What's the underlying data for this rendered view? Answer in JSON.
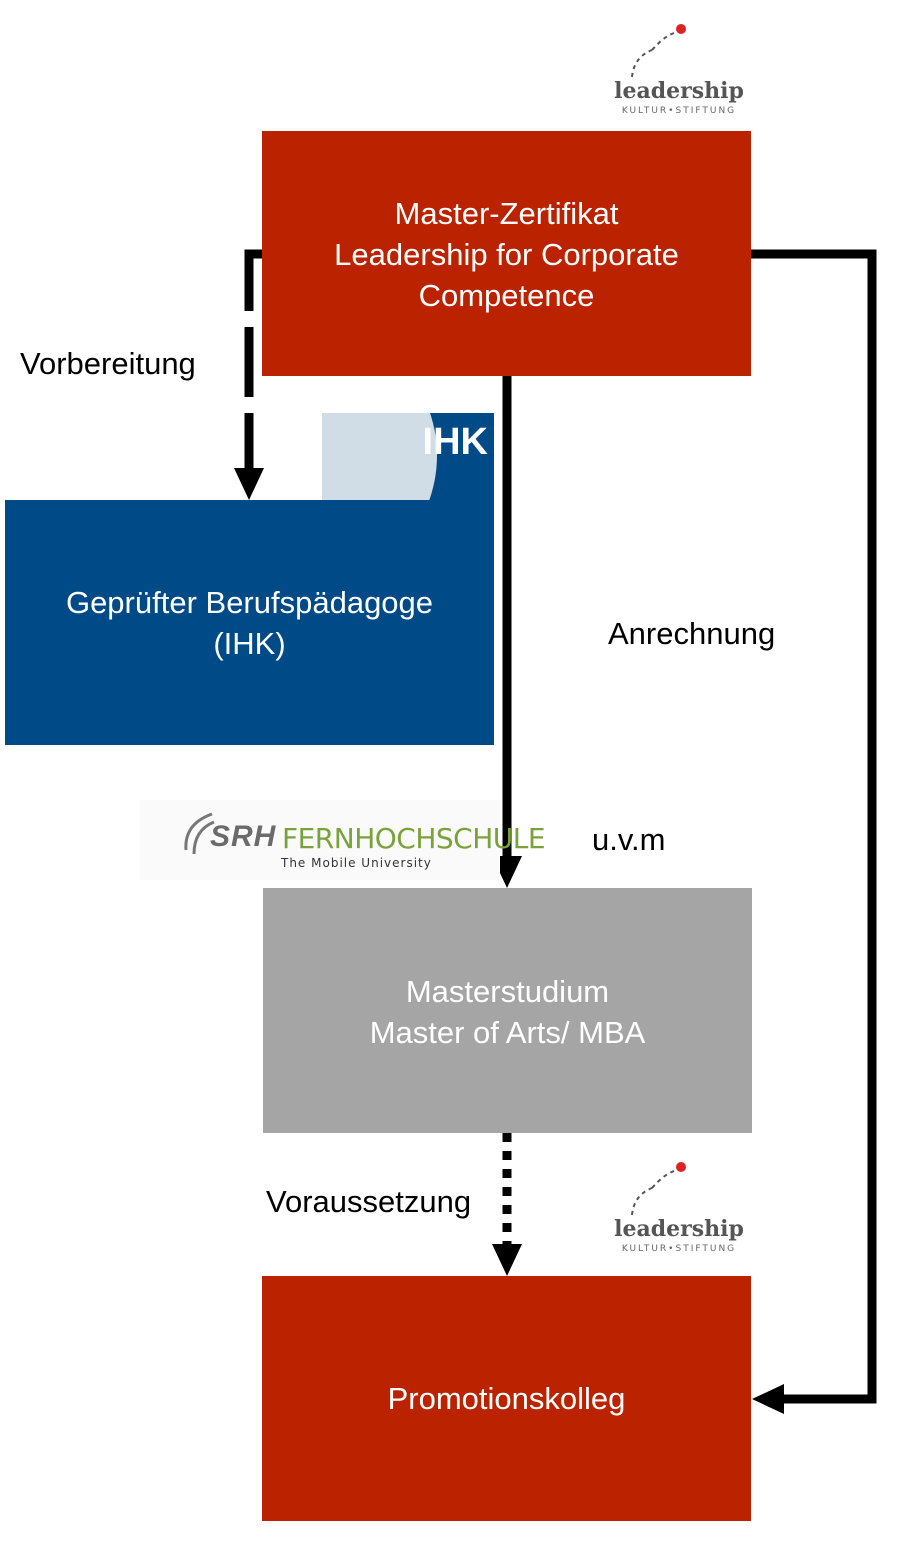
{
  "boxes": {
    "master_cert": {
      "lines": [
        "Master-Zertifikat",
        "Leadership for Corporate",
        "Competence"
      ],
      "color": "#bb2200"
    },
    "ihk": {
      "lines": [
        "Geprüfter Berufspädagoge",
        "(IHK)"
      ],
      "color": "#004a87"
    },
    "master_study": {
      "lines": [
        "Masterstudium",
        "Master of Arts/ MBA"
      ],
      "color": "#a5a5a5"
    },
    "promotion": {
      "lines": [
        "Promotionskolleg"
      ],
      "color": "#bb2200"
    }
  },
  "labels": {
    "vorbereitung": "Vorbereitung",
    "anrechnung": "Anrechnung",
    "uvm": "u.v.m",
    "voraussetzung": "Voraussetzung"
  },
  "logos": {
    "leadership": {
      "word": "leadership",
      "sub": "KULTUR•STIFTUNG"
    },
    "ihk": "IHK",
    "srh": {
      "mark": "SRH",
      "name": "FERNHOCHSCHULE",
      "tagline": "The Mobile University"
    }
  }
}
